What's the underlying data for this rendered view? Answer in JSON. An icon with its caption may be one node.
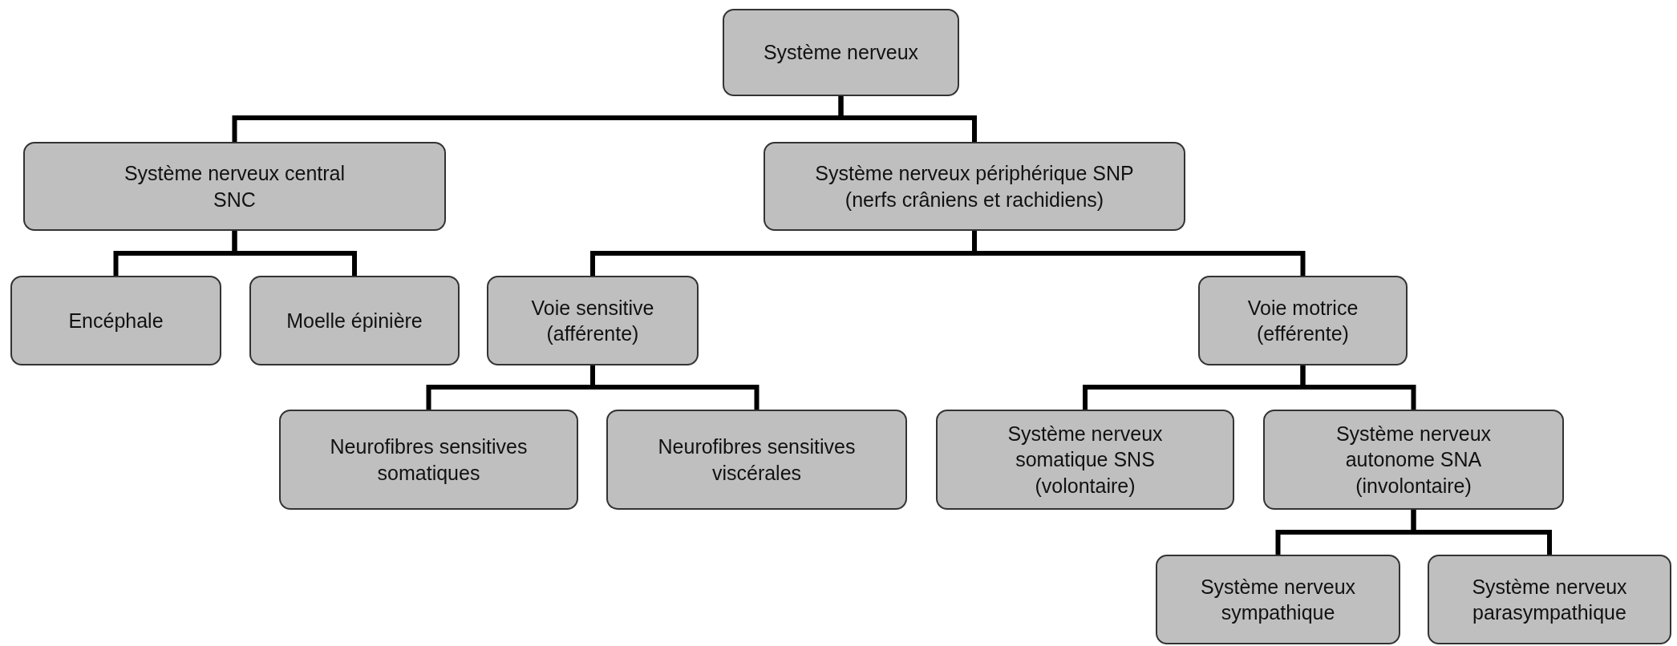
{
  "diagram": {
    "nodes": [
      {
        "text": [
          "Système nerveux"
        ]
      },
      {
        "text": [
          "Système nerveux central SNC"
        ]
      },
      {
        "text": [
          "Système nerveux périphérique SNP (nerfs crâniens et rachidiens)"
        ]
      },
      {
        "text": [
          "Encéphale"
        ]
      },
      {
        "text": [
          "Moelle épinière"
        ]
      },
      {
        "text": [
          "Voie sensitive (afférente)"
        ]
      },
      {
        "text": [
          "Voie motrice (efférente)"
        ]
      },
      {
        "text": [
          "Neurofibres sensitives somatiques"
        ]
      },
      {
        "text": [
          "Neurofibres sensitives viscérales"
        ]
      },
      {
        "text": [
          "Système nerveux somatique SNS (volontaire)"
        ]
      },
      {
        "text": [
          "Système nerveux autonome SNA (involontaire)"
        ]
      },
      {
        "text": [
          "Système nerveux sympathique"
        ]
      },
      {
        "text": [
          "Système nerveux parasympathique"
        ]
      }
    ],
    "edges": [
      {
        "from": 0,
        "to": 1,
        "arrow": "none"
      },
      {
        "from": 0,
        "to": 2,
        "arrow": "none"
      },
      {
        "from": 1,
        "to": 3,
        "arrow": "none"
      },
      {
        "from": 1,
        "to": 4,
        "arrow": "none"
      },
      {
        "from": 2,
        "to": 5,
        "arrow": "none"
      },
      {
        "from": 2,
        "to": 6,
        "arrow": "none"
      },
      {
        "from": 5,
        "to": 7,
        "arrow": "none"
      },
      {
        "from": 5,
        "to": 8,
        "arrow": "none"
      },
      {
        "from": 6,
        "to": 9,
        "arrow": "none"
      },
      {
        "from": 6,
        "to": 10,
        "arrow": "none"
      },
      {
        "from": 10,
        "to": 11,
        "arrow": "none"
      },
      {
        "from": 10,
        "to": 12,
        "arrow": "none"
      }
    ]
  }
}
